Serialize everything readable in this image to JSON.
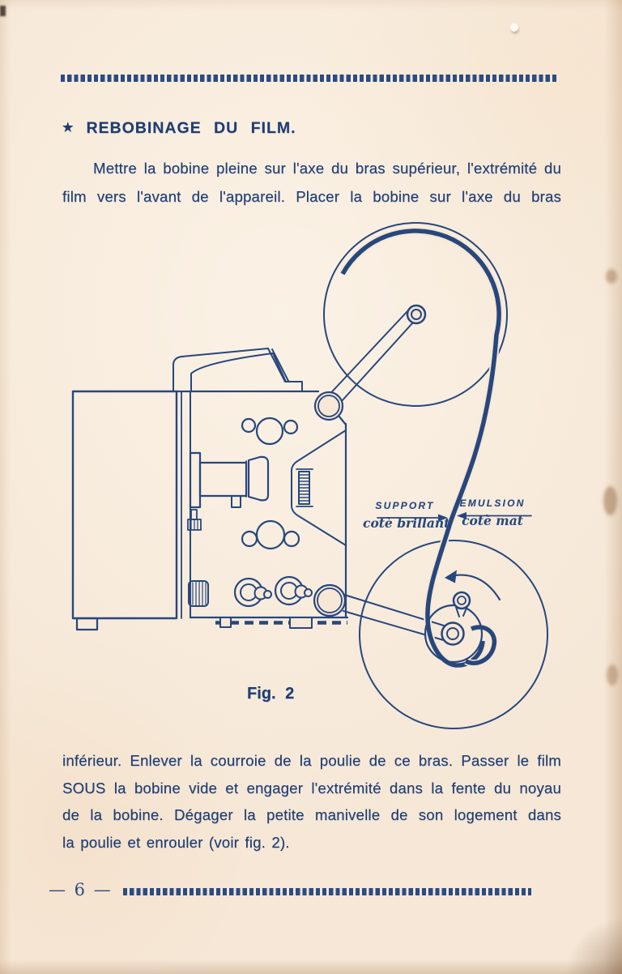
{
  "colors": {
    "ink": "#27477d",
    "text": "#1f3e74",
    "paper": "#f6e7d6"
  },
  "header": {
    "star": "★",
    "title": "REBOBINAGE DU FILM."
  },
  "intro": {
    "lines": [
      "Mettre la bobine pleine sur l'axe du bras supérieur, l'extrémité du",
      "film vers l'avant de l'appareil. Placer la bobine sur l'axe du bras"
    ]
  },
  "figure": {
    "caption": "Fig. 2",
    "film_side_left": {
      "title": "SUPPORT",
      "subtitle": "cotè brillant"
    },
    "film_side_right": {
      "title": "EMULSION",
      "subtitle": "cotè mat"
    }
  },
  "body": {
    "lines": [
      "inférieur. Enlever la courroie de la poulie de ce bras. Passer le film",
      "SOUS la bobine vide et engager l'extrémité dans la fente du noyau",
      "de la bobine. Dégager la petite manivelle de son logement dans",
      "la poulie et enrouler (voir fig. 2)."
    ]
  },
  "footer": {
    "page_number": "— 6 —"
  }
}
